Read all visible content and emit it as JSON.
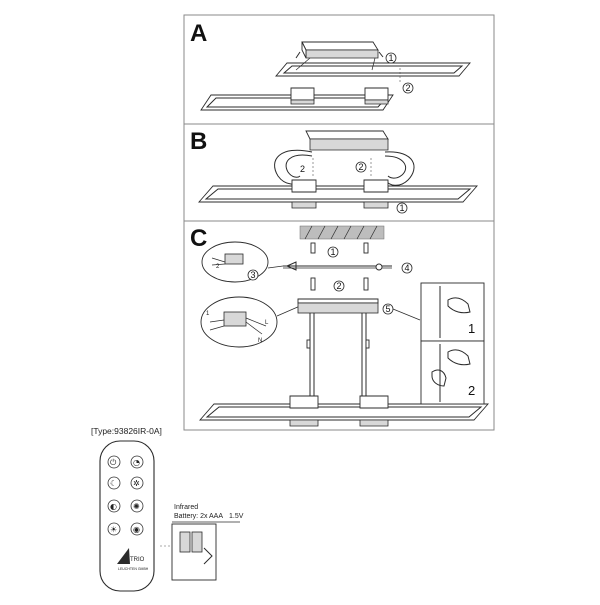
{
  "panels": {
    "a": {
      "letter": "A",
      "steps": [
        "1",
        "2"
      ]
    },
    "b": {
      "letter": "B",
      "steps": [
        "2",
        "2",
        "1"
      ]
    },
    "c": {
      "letter": "C",
      "steps": [
        "1",
        "4",
        "2",
        "3",
        "5"
      ],
      "inset_steps": [
        "1",
        "2"
      ],
      "inset_labels": {
        "l": "L",
        "n": "N"
      }
    }
  },
  "remote": {
    "type_label": "[Type:93826IR-0A]",
    "buttons_left": [
      "power-icon",
      "moon-icon",
      "dim-icon",
      "bright-icon"
    ],
    "buttons_right": [
      "timer-icon",
      "moon-warm-icon",
      "sun-icon",
      "color-icon"
    ],
    "brand": "TRIO",
    "brand_sub": "LEUCHTEN GMBH"
  },
  "battery": {
    "title": "Infrared",
    "spec": "Battery: 2x AAA",
    "voltage": "1.5V"
  },
  "colors": {
    "frame": "#8a8a8a",
    "ink": "#2b2b2b",
    "shade": "#d8d8d8"
  }
}
